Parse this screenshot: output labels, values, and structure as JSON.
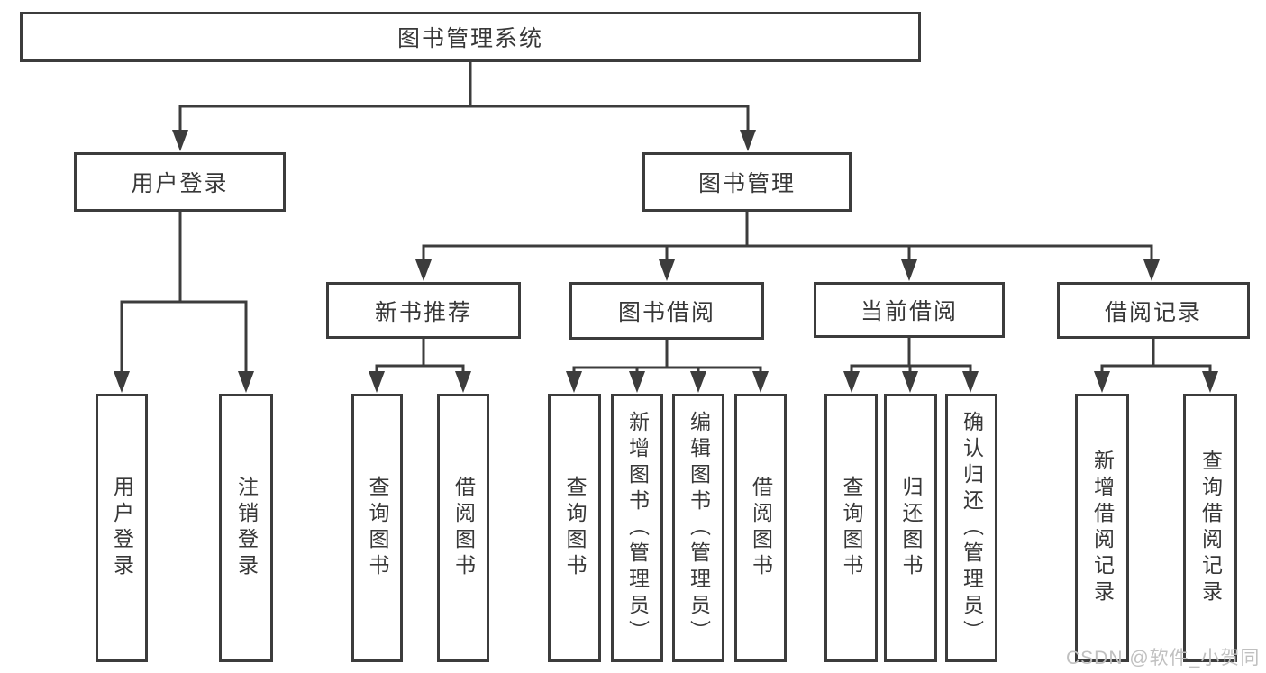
{
  "diagram": {
    "root": {
      "label": "图书管理系统"
    },
    "branches": [
      {
        "label": "用户登录",
        "children": [
          {
            "label": "用户登录"
          },
          {
            "label": "注销登录"
          }
        ]
      },
      {
        "label": "图书管理",
        "children": [
          {
            "label": "新书推荐",
            "children": [
              {
                "label": "查询图书"
              },
              {
                "label": "借阅图书"
              }
            ]
          },
          {
            "label": "图书借阅",
            "children": [
              {
                "label": "查询图书"
              },
              {
                "label": "新增图书（管理员）"
              },
              {
                "label": "编辑图书（管理员）"
              },
              {
                "label": "借阅图书"
              }
            ]
          },
          {
            "label": "当前借阅",
            "children": [
              {
                "label": "查询图书"
              },
              {
                "label": "归还图书"
              },
              {
                "label": "确认归还（管理员）"
              }
            ]
          },
          {
            "label": "借阅记录",
            "children": [
              {
                "label": "新增借阅记录"
              },
              {
                "label": "查询借阅记录"
              }
            ]
          }
        ]
      }
    ]
  },
  "watermark": "CSDN @软件_小贺同学",
  "colors": {
    "line": "#3c3c3c",
    "text": "#383838",
    "background": "#ffffff",
    "watermark": "#c0c0c0"
  }
}
